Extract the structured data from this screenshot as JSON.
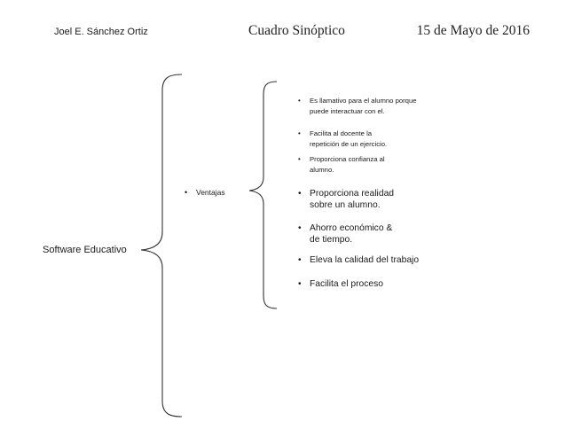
{
  "header": {
    "author": "Joel E. Sánchez Ortiz",
    "title": "Cuadro Sinóptico",
    "date": "15 de Mayo de 2016"
  },
  "diagram": {
    "root": "Software Educativo",
    "level1": {
      "label": "Ventajas",
      "items": [
        "Es llamativo para el alumno porque puede interactuar con el.",
        "Facilita al docente la repetición de un ejercicio.",
        "Proporciona confianza al alumno.",
        "Proporciona realidad sobre un alumno.",
        "Ahorro económico & de tiempo.",
        "Eleva la calidad del trabajo",
        "Facilita el proceso"
      ]
    },
    "bullet_glyph": "•"
  }
}
